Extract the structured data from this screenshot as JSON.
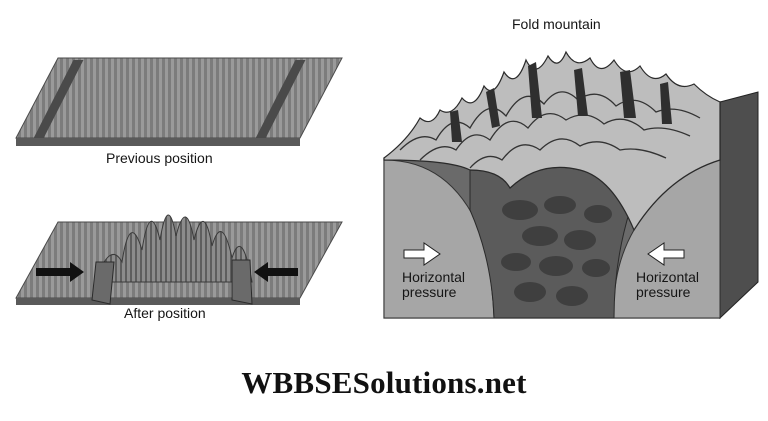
{
  "left_panel": {
    "top_caption": "Previous position",
    "bottom_caption": "After position"
  },
  "right_panel": {
    "peak_label": "Fold mountain",
    "left_pressure_label": "Horizontal\npressure",
    "right_pressure_label": "Horizontal\npressure"
  },
  "watermark": "WBBSESolutions.net",
  "colors": {
    "block_dark": "#4a4a4a",
    "block_mid": "#8a8a8a",
    "block_light": "#d9d9d9",
    "arrow_fill": "#111111",
    "arrow_white": "#ffffff"
  }
}
